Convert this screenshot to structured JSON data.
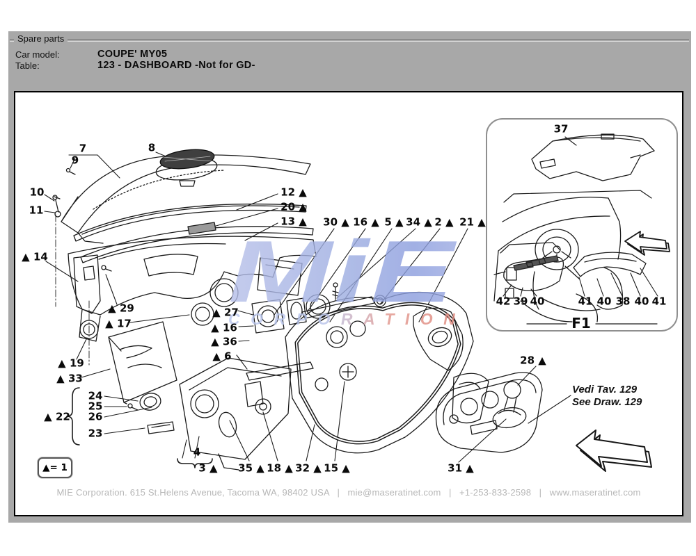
{
  "header": {
    "group_label": "Spare parts",
    "car_model_label": "Car model:",
    "car_model_value": "COUPE' MY05",
    "table_label": "Table:",
    "table_value": "123 - DASHBOARD -Not for GD-"
  },
  "diagram": {
    "legend_text": "▲= 1",
    "inset_label": "F1",
    "note_line1": "Vedi Tav. 129",
    "note_line2": "See Draw. 129"
  },
  "watermark": {
    "main": "MiE",
    "sub": "CORPORATION",
    "color_blue": "#8b9dde",
    "color_red": "#de8478"
  },
  "footer": {
    "text": "MIE Corporation. 615 St.Helens Avenue, Tacoma WA, 98402 USA   |   mie@maseratinet.com   |   +1-253-833-2598   |   www.maseratinet.com"
  },
  "callouts": {
    "c7": "7",
    "c9": "9",
    "c8": "8",
    "c10": "10",
    "c11": "11",
    "c12": "12 ▲",
    "c20": "20 ▲",
    "c13": "13 ▲",
    "c30": "30 ▲",
    "c16_top": "16 ▲",
    "c5": "5 ▲",
    "c34": "34 ▲",
    "c2": "2 ▲",
    "c21": "21 ▲",
    "c37": "37",
    "c14": "▲ 14",
    "c29": "▲ 29",
    "c17": "▲ 17",
    "c27": "▲ 27",
    "c16_left": "▲ 16",
    "c36": "▲ 36",
    "c6": "▲ 6",
    "c19": "▲ 19",
    "c33": "▲ 33",
    "c22": "▲ 22",
    "c24": "24",
    "c25": "25",
    "c26": "26",
    "c23": "23",
    "c4": "4",
    "c3": "3 ▲",
    "c35": "35 ▲",
    "c18": "18 ▲",
    "c32": "32 ▲",
    "c15": "15 ▲",
    "c31": "31 ▲",
    "c28": "28 ▲",
    "c42": "42",
    "c39": "39",
    "c40a": "40",
    "c41a": "41",
    "c40b": "40",
    "c38": "38",
    "c40c": "40",
    "c41b": "41"
  }
}
